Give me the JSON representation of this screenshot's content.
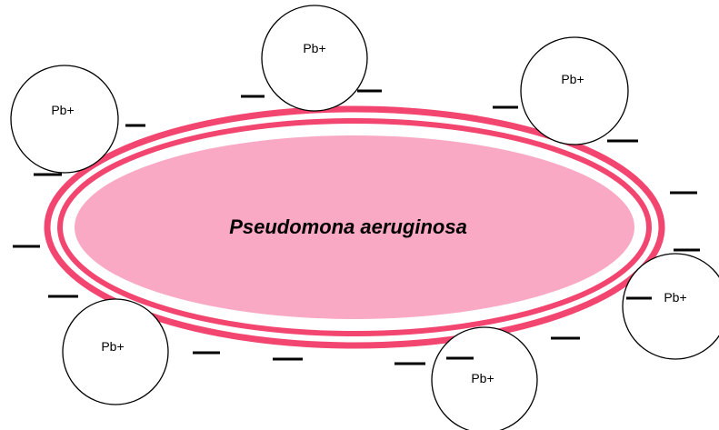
{
  "cell": {
    "label": "Pseudomona aeruginosa",
    "fill_color": "#F9A9C4",
    "membrane_color": "#F2456F"
  },
  "ions": [
    {
      "label": "Pb+"
    },
    {
      "label": "Pb+"
    },
    {
      "label": "Pb+"
    },
    {
      "label": "Pb+"
    },
    {
      "label": "Pb+"
    },
    {
      "label": "Pb+"
    }
  ],
  "charge_symbol": "negative-charge",
  "charge_count": 16
}
